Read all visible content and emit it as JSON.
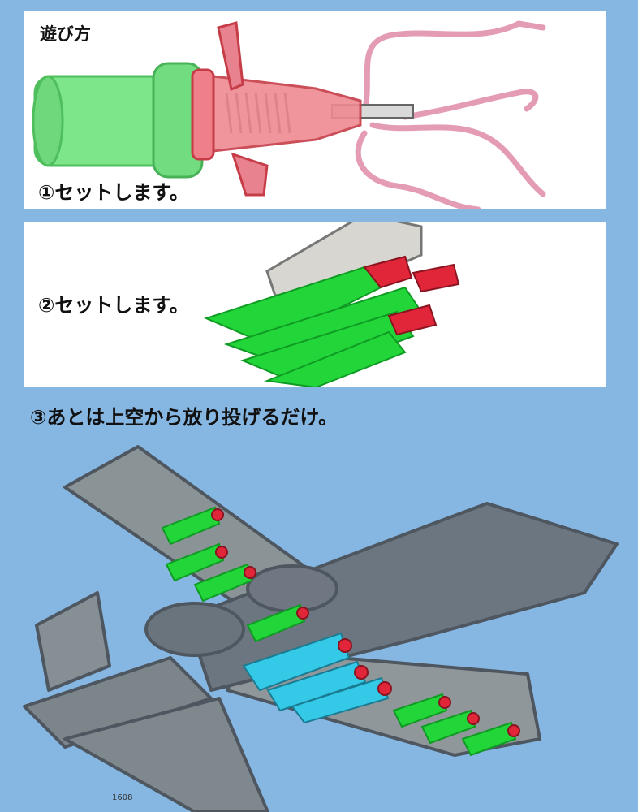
{
  "panel1": {
    "title": "遊び方",
    "step": "①セットします。"
  },
  "panel2": {
    "step": "②セットします。"
  },
  "step3": "③あとは上空から放り投げるだけ。",
  "page_number": "1608",
  "colors": {
    "background": "#86b7e3",
    "panel": "#ffffff",
    "tube_green": "#7de58a",
    "dart_red": "#e2565f",
    "string_pink": "#e08aa7",
    "rocket_green": "#22d63a",
    "rocket_cyan": "#35c9e8",
    "aircraft_gray": "#7f8890"
  }
}
